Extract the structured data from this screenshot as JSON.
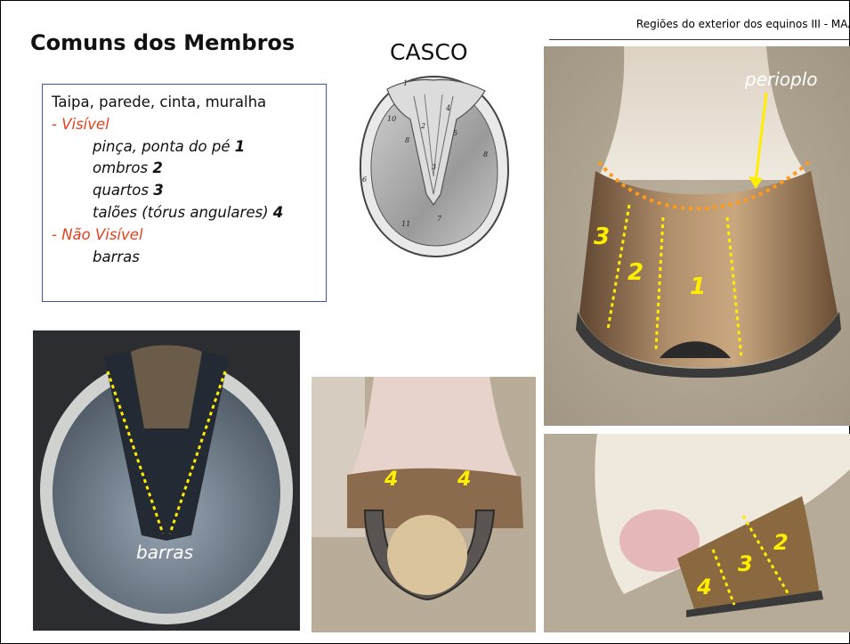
{
  "header": {
    "running_title": "Regiões do exterior dos equinos  III  -  MAA"
  },
  "title": "Comuns dos Membros",
  "casco_label": "CASCO",
  "textbox": {
    "heading": "Taipa, parede, cinta, muralha",
    "visible_label": "- Visível",
    "visible_items": [
      {
        "text": "pinça, ponta do pé ",
        "num": "1"
      },
      {
        "text": "ombros ",
        "num": "2"
      },
      {
        "text": "quartos ",
        "num": "3"
      },
      {
        "text": "talões (tórus angulares) ",
        "num": "4"
      }
    ],
    "not_visible_label": "- Não Visível",
    "not_visible_items": [
      "barras"
    ]
  },
  "diagram_numbers": [
    "1",
    "2",
    "3",
    "4",
    "5",
    "6",
    "7",
    "8",
    "8",
    "10",
    "11"
  ],
  "photos": {
    "top_right": {
      "annotation": "perioplo",
      "labels": [
        "3",
        "2",
        "1"
      ]
    },
    "bottom_left": {
      "annotation": "barras"
    },
    "bottom_middle": {
      "labels": [
        "4",
        "4"
      ]
    },
    "bottom_right": {
      "labels": [
        "2",
        "3",
        "4"
      ]
    }
  },
  "colors": {
    "accent_red": "#e8401c",
    "label_yellow": "#ffee00",
    "dotted_orange": "#ff9a1a",
    "box_border": "#3b57a8"
  }
}
